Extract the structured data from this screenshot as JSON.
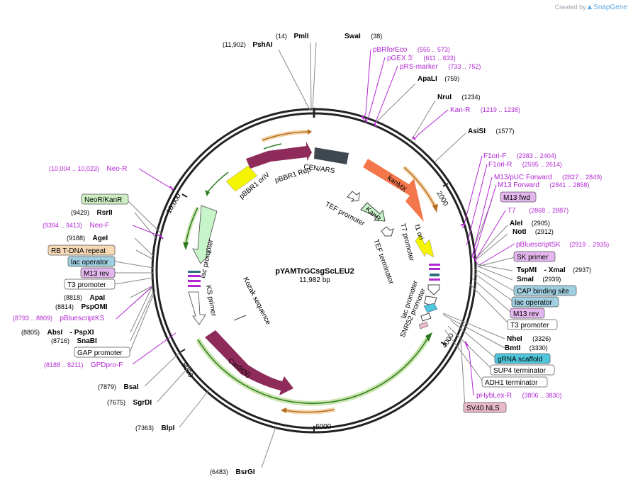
{
  "app": {
    "created_with": "Created by",
    "brand": "SnapGene"
  },
  "plasmid": {
    "name": "pYAMTrGCsgScLEU2",
    "size": "11,982 bp"
  },
  "ticks": [
    "2000",
    "4000",
    "6000",
    "8000",
    "10,000"
  ],
  "sites": {
    "pmlI": {
      "pos": "(14)",
      "name": "PmlI"
    },
    "swaI": {
      "pos": "(38)",
      "name": "SwaI"
    },
    "pshAI": {
      "pos": "(11,902)",
      "name": "PshAI"
    },
    "apaLI": {
      "name": "ApaLI",
      "pos": "(759)"
    },
    "nruI": {
      "name": "NruI",
      "pos": "(1234)"
    },
    "asiSI": {
      "name": "AsiSI",
      "pos": "(1577)"
    },
    "aleI": {
      "name": "AleI",
      "pos": "(2905)"
    },
    "notI": {
      "name": "NotI",
      "pos": "(2912)"
    },
    "tspMI": {
      "name": "TspMI",
      "name2": "- XmaI",
      "pos": "(2937)"
    },
    "smaI": {
      "name": "SmaI",
      "pos": "(2939)"
    },
    "nheI": {
      "name": "NheI",
      "pos": "(3326)"
    },
    "bmtI": {
      "name": "BmtI",
      "pos": "(3330)"
    },
    "rsrII": {
      "pos": "(9429)",
      "name": "RsrII"
    },
    "ageI": {
      "pos": "(9188)",
      "name": "AgeI"
    },
    "apaI": {
      "pos": "(8818)",
      "name": "ApaI"
    },
    "pspOMI": {
      "pos": "(8814)",
      "name": "PspOMI"
    },
    "absI": {
      "pos": "(8805)",
      "name": "AbsI",
      "name2": "- PspXI"
    },
    "snaBI": {
      "pos": "(8716)",
      "name": "SnaBI"
    },
    "bsaI": {
      "pos": "(7879)",
      "name": "BsaI"
    },
    "sgrDI": {
      "pos": "(7675)",
      "name": "SgrDI"
    },
    "blpI": {
      "pos": "(7363)",
      "name": "BlpI"
    },
    "bsrGI": {
      "pos": "(6483)",
      "name": "BsrGI"
    }
  },
  "primers": {
    "pBRforEco": {
      "name": "pBRforEco",
      "range": "(555 .. 573)"
    },
    "pGEX3": {
      "name": "pGEX 3'",
      "range": "(611 .. 633)"
    },
    "pRSmarker": {
      "name": "pRS-marker",
      "range": "(733 .. 752)"
    },
    "kanR": {
      "name": "Kan-R",
      "range": "(1219 .. 1238)"
    },
    "f1oriF": {
      "name": "F1ori-F",
      "range": "(2383 .. 2404)"
    },
    "f1oriR": {
      "name": "F1ori-R",
      "range": "(2595 .. 2614)"
    },
    "m13pUC": {
      "name": "M13/pUC Forward",
      "range": "(2827 .. 2849)"
    },
    "m13fwdP": {
      "name": "M13 Forward",
      "range": "(2841 .. 2858)"
    },
    "t7": {
      "name": "T7",
      "range": "(2868 .. 2887)"
    },
    "pBSSK": {
      "name": "pBluescriptSK",
      "range": "(2919 .. 2935)"
    },
    "pHybLexR": {
      "name": "pHybLex-R",
      "range": "(3806 .. 3830)"
    },
    "neoR": {
      "range": "(10,004 .. 10,023)",
      "name": "Neo-R"
    },
    "neoF": {
      "range": "(9394 .. 9413)",
      "name": "Neo-F"
    },
    "pBSKS": {
      "range": "(8793 .. 8809)",
      "name": "pBluescriptKS"
    },
    "gpdF": {
      "range": "(8188 .. 8211)",
      "name": "GPDpro-F"
    }
  },
  "boxes": {
    "m13fwd": "M13 fwd",
    "skPrimer": "SK primer",
    "capSite": "CAP binding site",
    "lacOpR": "lac operator",
    "m13revR": "M13 rev",
    "t3R": "T3 promoter",
    "gRNA": "gRNA scaffold",
    "sup4": "SUP4 terminator",
    "adh1": "ADH1 terminator",
    "sv40": "SV40 NLS",
    "neoKan": "NeoR/KanR",
    "rbTdna": "RB T-DNA repeat",
    "lacOpL": "lac operator",
    "m13revL": "M13 rev",
    "t3L": "T3 promoter",
    "gap": "GAP promoter"
  },
  "features": {
    "pbbr1Rep": "pBBR1 Rep",
    "cenArs": "CEN/ARS",
    "pbbr1OriV": "pBBR1 oriV",
    "kanMX": "kanMX",
    "kanR": "KanR",
    "tefProm": "TEF promoter",
    "tefTerm": "TEF terminator",
    "f1ori": "f1 ori",
    "t7prom": "T7 promoter",
    "lacPromL": "lac promoter",
    "ksPrimer": "KS primer",
    "kozak": "Kozak sequence",
    "lacPromR": "lac promoter",
    "snr52": "SNR52 promoter",
    "cas9": "Cas9(N)"
  },
  "colors": {
    "backbone": "#222222",
    "purple": "#b227d2",
    "cas9": "#8e2b5a",
    "pbbr1Rep": "#8e2b5a",
    "cenArs": "#3f4750",
    "kanMX": "#f4774b",
    "oriV": "#f5f500",
    "f1ori": "#f5f500",
    "lacPromoter": "#c7f5c9",
    "kanR": "#c7f5c9",
    "cas9Glow": "#9fd06a",
    "orangeArc": "#e8a44a",
    "gRNA": "#4fc7dc",
    "m13fwdBox": "#e3b6ee",
    "skBox": "#e3b6ee",
    "capBox": "#9fcfe0",
    "lacOpBox": "#9fcfe0",
    "neoBox": "#cdeec2",
    "rbBox": "#f7d9b6",
    "sv40Box": "#e8b9c6"
  }
}
